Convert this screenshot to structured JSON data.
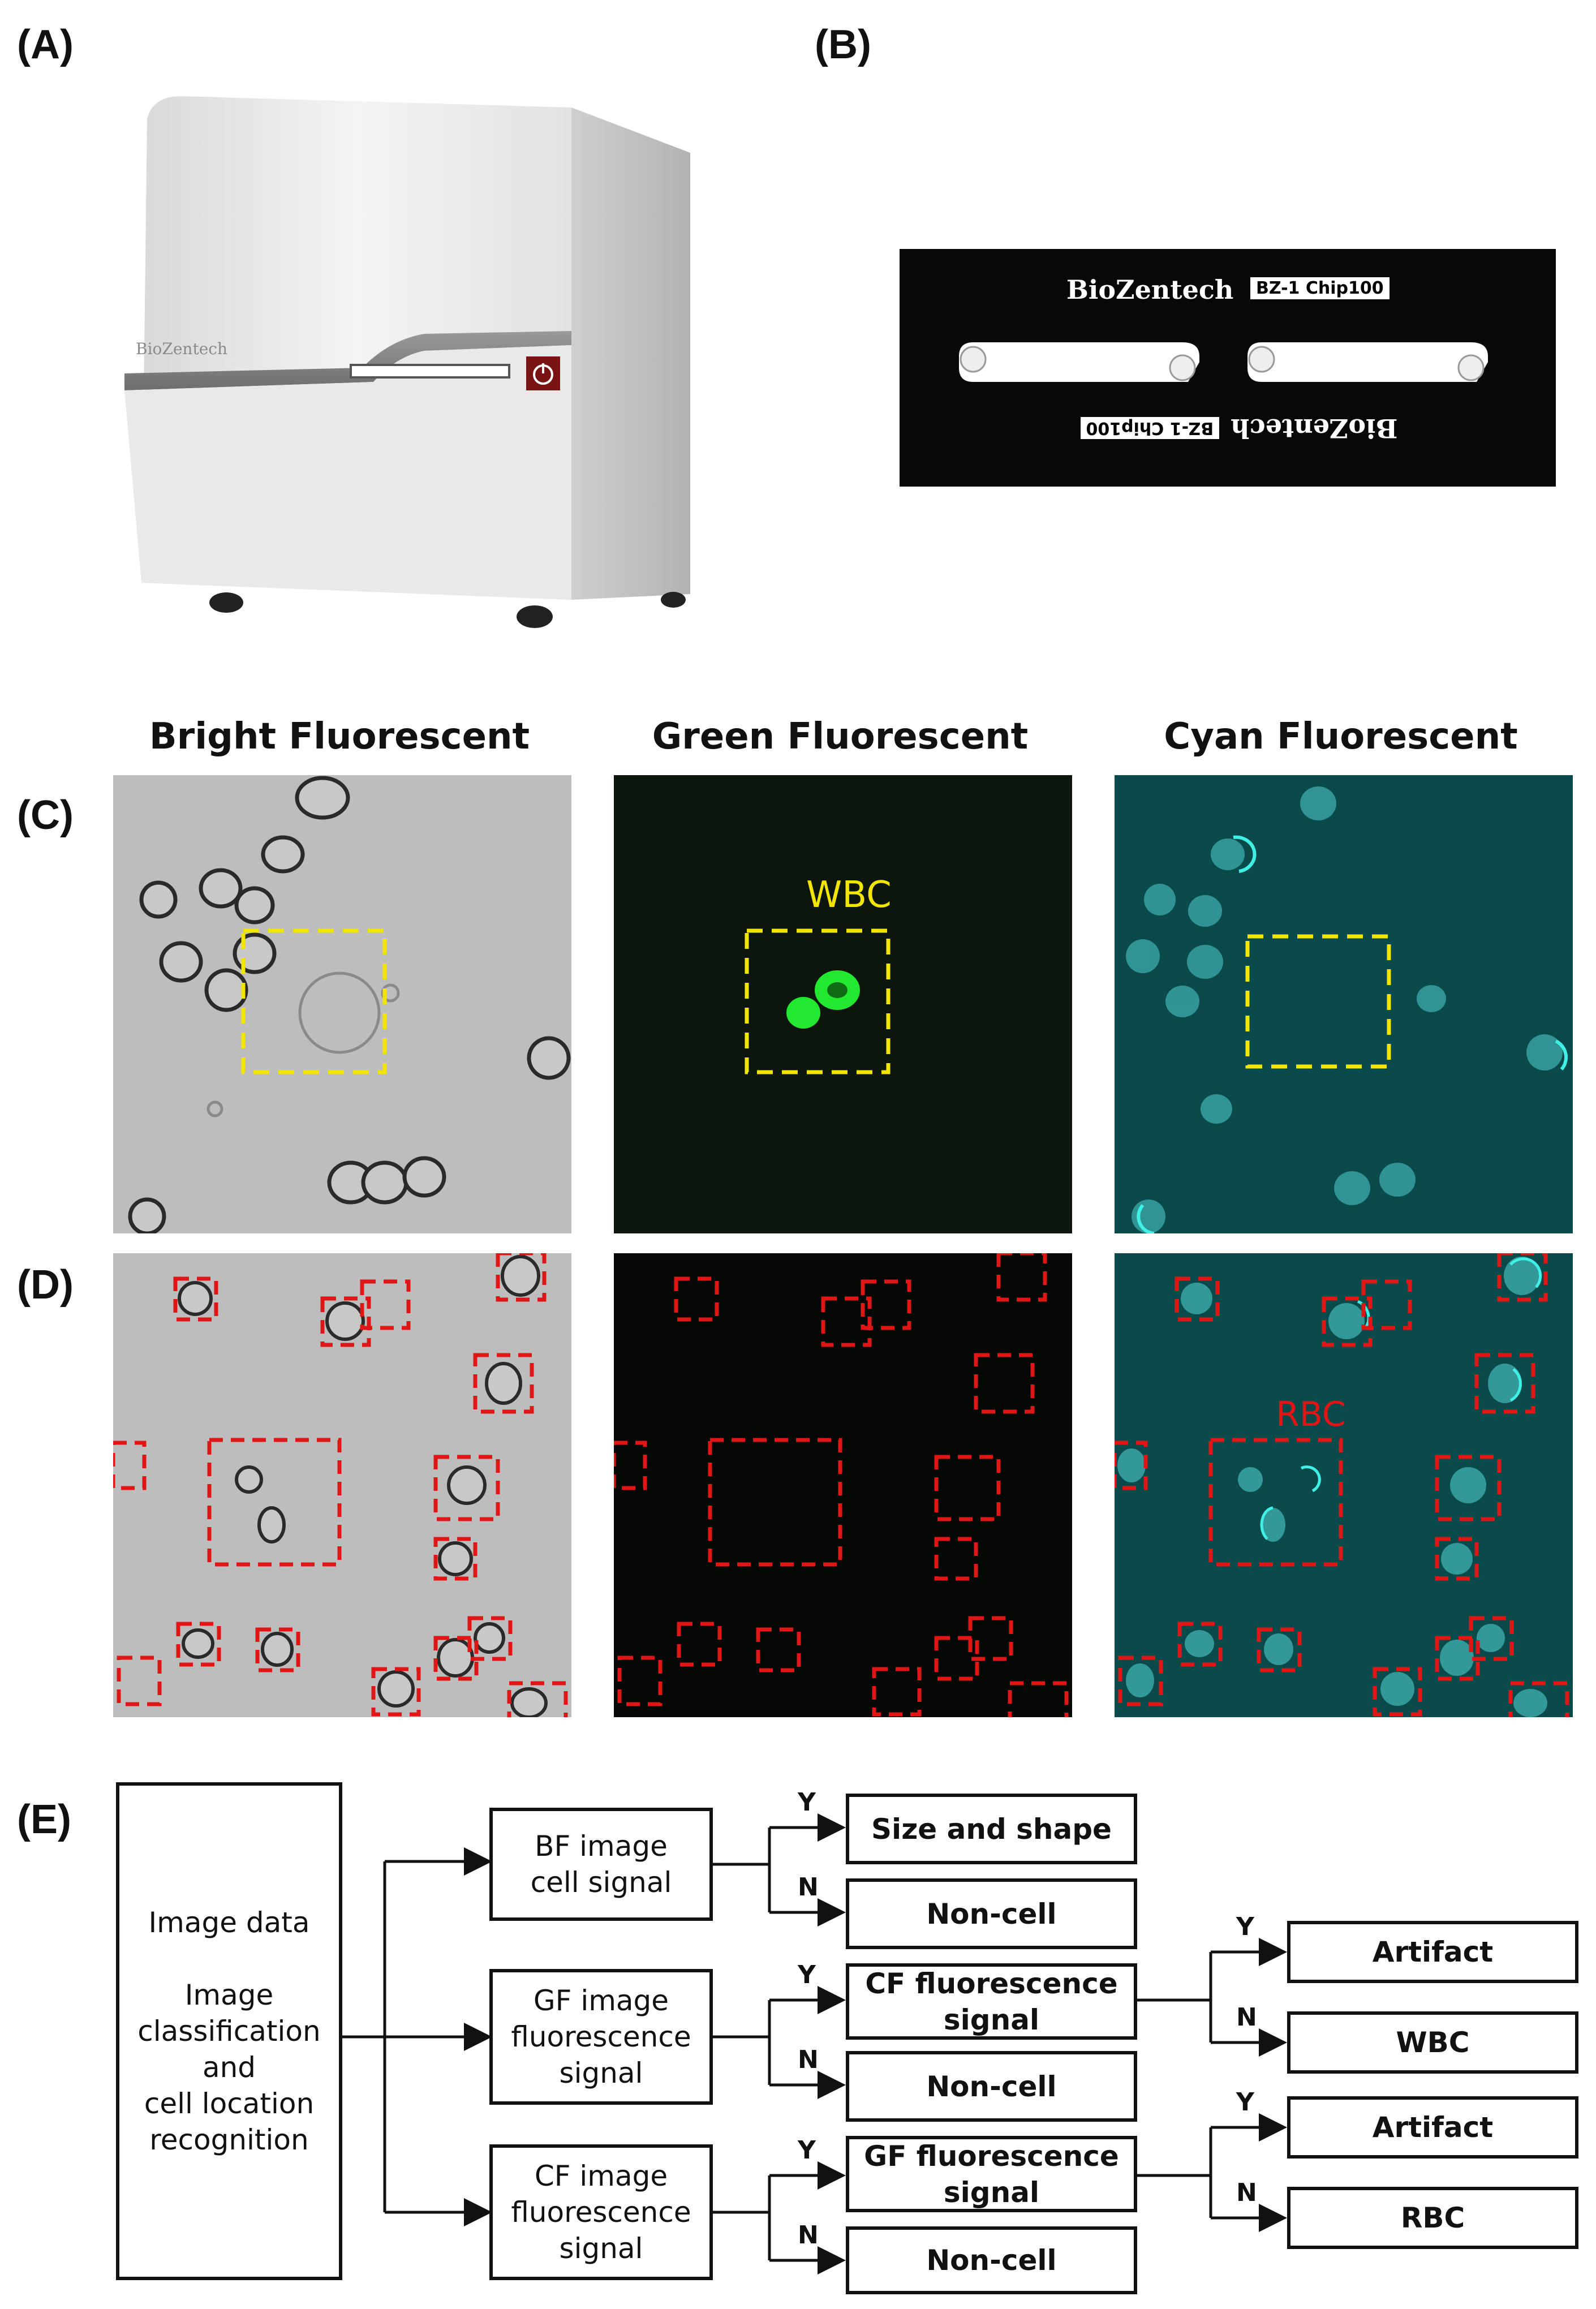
{
  "panels": {
    "a": "(A)",
    "b": "(B)",
    "c": "(C)",
    "d": "(D)",
    "e": "(E)"
  },
  "device": {
    "brand": "BioZentech"
  },
  "chip": {
    "brand": "BioZentech",
    "model": "BZ-1  Chip100"
  },
  "columns": [
    "Bright Fluorescent",
    "Green Fluorescent",
    "Cyan Fluorescent"
  ],
  "annotations": {
    "wbc": "WBC",
    "rbc": "RBC"
  },
  "colors": {
    "bf_bg": "#bdbdbd",
    "gf_bg": "#0c160c",
    "cf_bg": "#0b4a4a",
    "box_yellow": "#f2e600",
    "box_red": "#e01515",
    "cell_green": "#22e830",
    "cell_cyan": "#3ff0e6"
  },
  "flowchart": {
    "input": "Image data\n\nImage\nclassification\nand\ncell location\nrecognition",
    "bf": "BF image\ncell signal",
    "gf": "GF image\nfluorescence\nsignal",
    "cf": "CF image\nfluorescence\nsignal",
    "size_shape": "Size and shape",
    "non_cell": "Non-cell",
    "cf_signal": "CF fluorescence\nsignal",
    "gf_signal": "GF fluorescence\nsignal",
    "artifact": "Artifact",
    "wbc": "WBC",
    "rbc": "RBC",
    "yes": "Y",
    "no": "N"
  }
}
